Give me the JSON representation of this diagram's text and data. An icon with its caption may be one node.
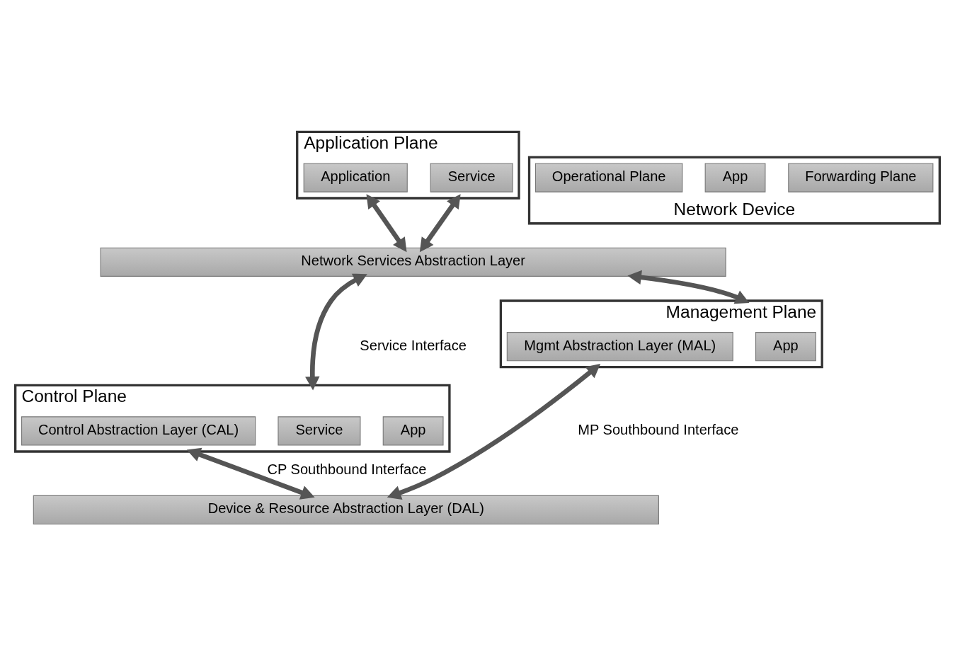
{
  "diagram": {
    "nodes": [
      {
        "text": [
          "Application Plane"
        ]
      },
      {
        "text": [
          "Application"
        ],
        "in": 0
      },
      {
        "text": [
          "Service"
        ],
        "in": 0
      },
      {
        "text": [
          "Network Services Abstraction Layer"
        ]
      },
      {
        "text": [
          "Control Plane"
        ]
      },
      {
        "text": [
          "Service"
        ],
        "in": 4
      },
      {
        "text": [
          "App"
        ],
        "in": 4
      },
      {
        "text": [
          "Control Abstraction Layer (CAL)"
        ],
        "in": 4
      },
      {
        "text": [
          "Management Plane"
        ]
      },
      {
        "text": [
          "App"
        ],
        "in": 8
      },
      {
        "text": [
          "Mgmt Abstraction Layer (MAL)"
        ],
        "in": 8
      },
      {
        "text": [
          "Device & Resource Abstraction Layer (DAL)"
        ]
      },
      {
        "text": [
          "Network Device"
        ]
      },
      {
        "text": [
          "Forwarding Plane"
        ],
        "in": 12
      },
      {
        "text": [
          "App"
        ],
        "in": 12
      },
      {
        "text": [
          "Operational Plane"
        ],
        "in": 12
      }
    ],
    "edges": [
      {
        "from": 0,
        "to": 3,
        "arrow": "both"
      },
      {
        "from": 0,
        "to": 3,
        "arrow": "both"
      },
      {
        "from": 3,
        "to": 4,
        "arrow": "both"
      },
      {
        "from": 3,
        "to": 8,
        "arrow": "both"
      },
      {
        "from": 4,
        "to": 11,
        "arrow": "both",
        "label": "CP Southbound Interface"
      },
      {
        "from": 8,
        "to": 11,
        "arrow": "both",
        "label": "MP Southbound Interface"
      }
    ],
    "labels": [
      "Service Interface"
    ]
  }
}
